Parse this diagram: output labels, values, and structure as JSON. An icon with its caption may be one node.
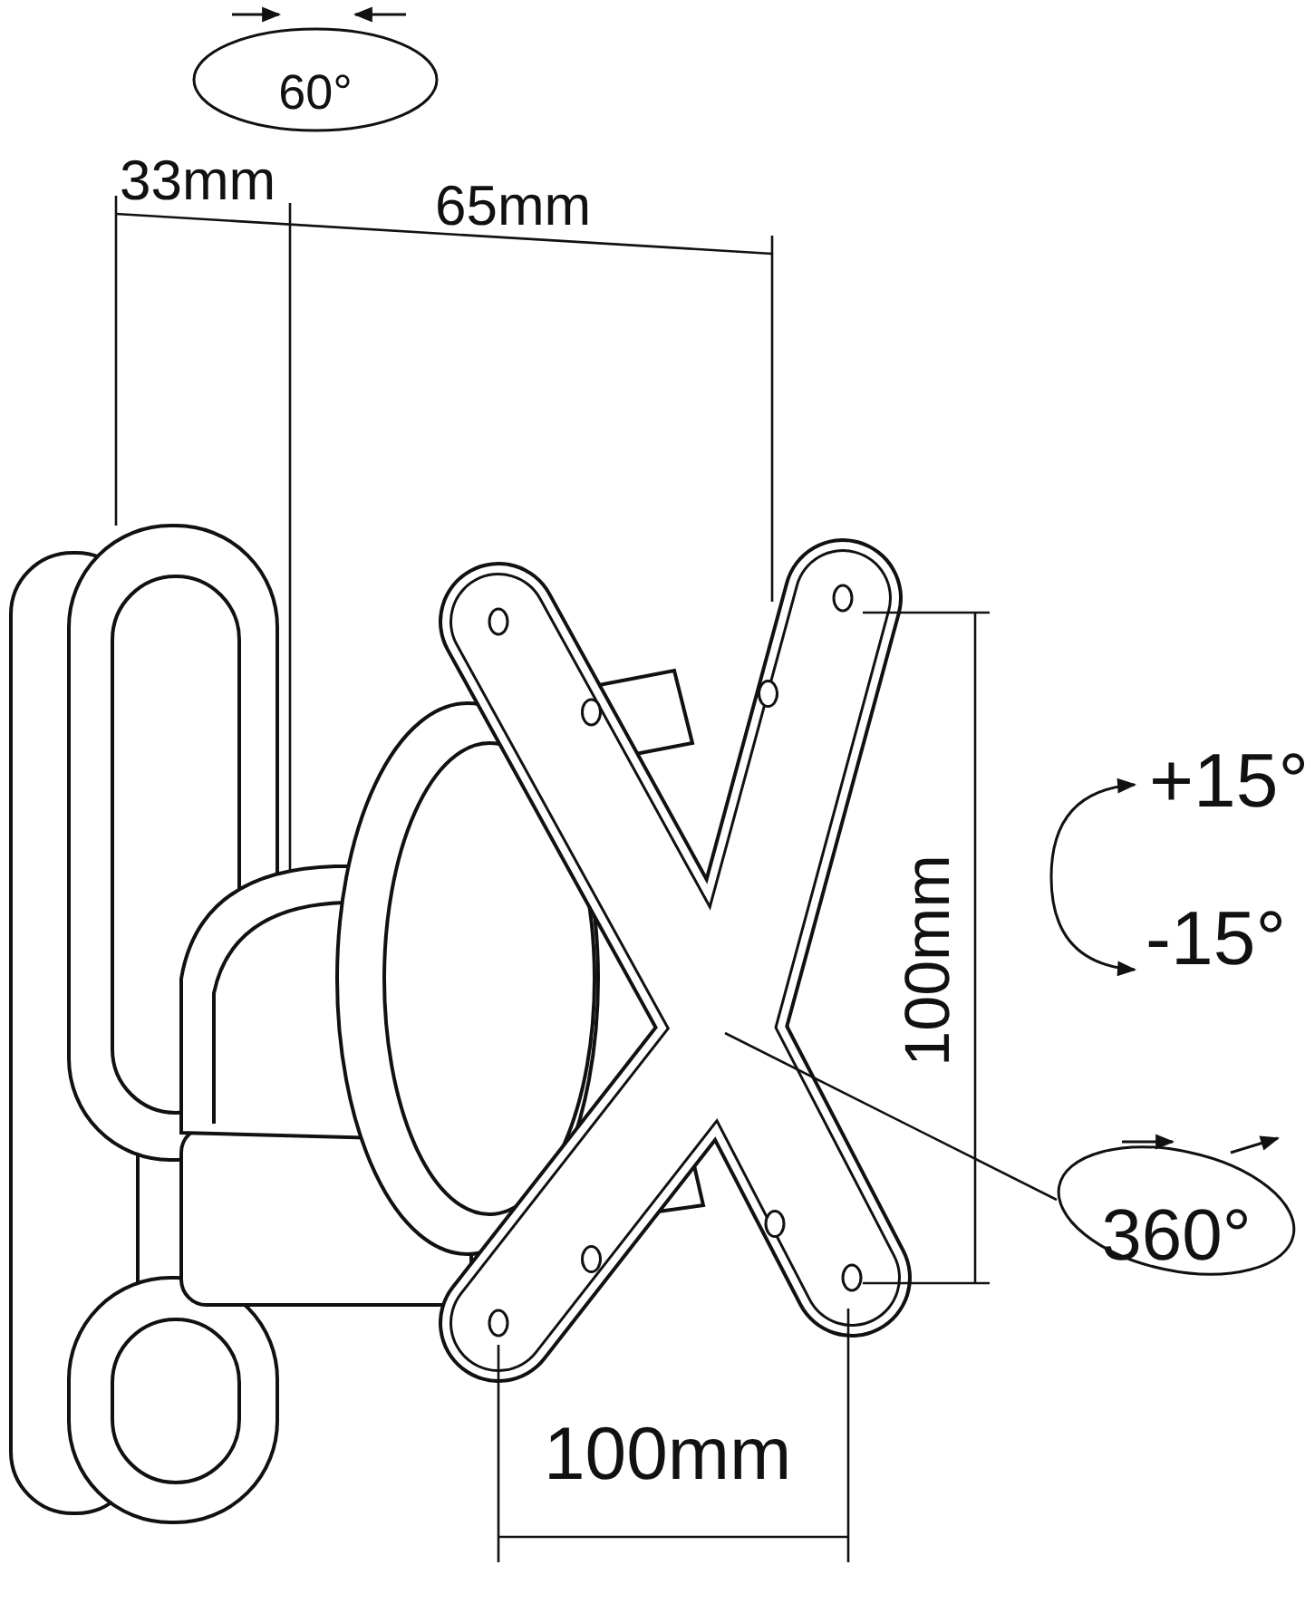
{
  "diagram": {
    "nodes": [
      {
        "text": [
          "60°"
        ]
      },
      {
        "text": [
          "360°"
        ]
      },
      {
        "text": [],
        "shape": "picture"
      }
    ],
    "edges": [
      {
        "from": 1,
        "to": 2,
        "arrow": "none"
      }
    ],
    "labels": [
      "33mm",
      "65mm",
      "+15°",
      "100mm",
      "-15°",
      "100mm"
    ]
  }
}
